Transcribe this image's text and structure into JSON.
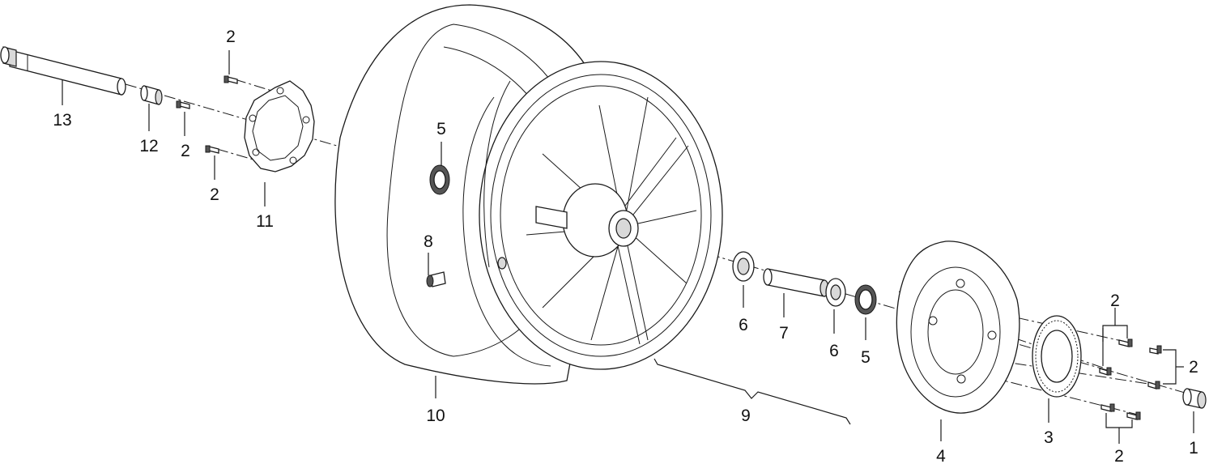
{
  "labels": {
    "axle": "13",
    "axle_spacer": "12",
    "bolt_a": "2",
    "bolt_b": "2",
    "bolt_c": "2",
    "sprocket_carrier": "11",
    "seal_left": "5",
    "valve": "8",
    "tire": "10",
    "wheel_assembly": "9",
    "bearing_left": "6",
    "hub_spacer": "7",
    "bearing_right": "6",
    "seal_right": "5",
    "brake_disc": "4",
    "abs_ring": "3",
    "bolts_upper": "2",
    "bolts_right": "2",
    "bolts_lower": "2",
    "side_spacer": "1"
  }
}
